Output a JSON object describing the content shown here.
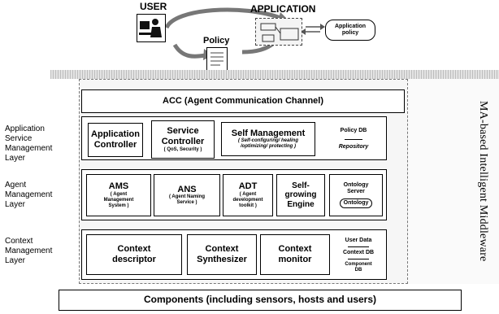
{
  "top": {
    "user": "USER",
    "application": "APPLICATION",
    "policy": "Policy",
    "application_policy": "Application\npolicy"
  },
  "middleware_title": "MA-based Intelligent Middleware",
  "acc": "ACC (Agent Communication Channel)",
  "layers": {
    "application": {
      "label": "Application\nService\nManagement\nLayer",
      "app_controller": "Application\nController",
      "service_controller": "Service\nController",
      "service_controller_sub": "( QoS, Security )",
      "self_management": "Self Management",
      "self_management_sub": "( Self-configuring/ healing\n/optimizing/ protecting )",
      "policy_db": "Policy DB",
      "repository": "Repository"
    },
    "agent": {
      "label": "Agent\nManagement\nLayer",
      "ams": "AMS",
      "ams_sub": "( Agent\nManagement\nSystem )",
      "ans": "ANS",
      "ans_sub": "( Agent Naming\nService )",
      "adt": "ADT",
      "adt_sub": "( Agent\ndevelopment\ntoolkit )",
      "self_growing": "Self-\ngrowing\nEngine",
      "ontology_server": "Ontology\nServer",
      "ontology": "Ontology"
    },
    "context": {
      "label": "Context\nManagement\nLayer",
      "descriptor": "Context\ndescriptor",
      "synthesizer": "Context\nSynthesizer",
      "monitor": "Context\nmonitor",
      "user_data": "User Data",
      "context_db": "Context DB",
      "component_db": "Component\nDB"
    }
  },
  "components": "Components (including sensors, hosts and users)"
}
